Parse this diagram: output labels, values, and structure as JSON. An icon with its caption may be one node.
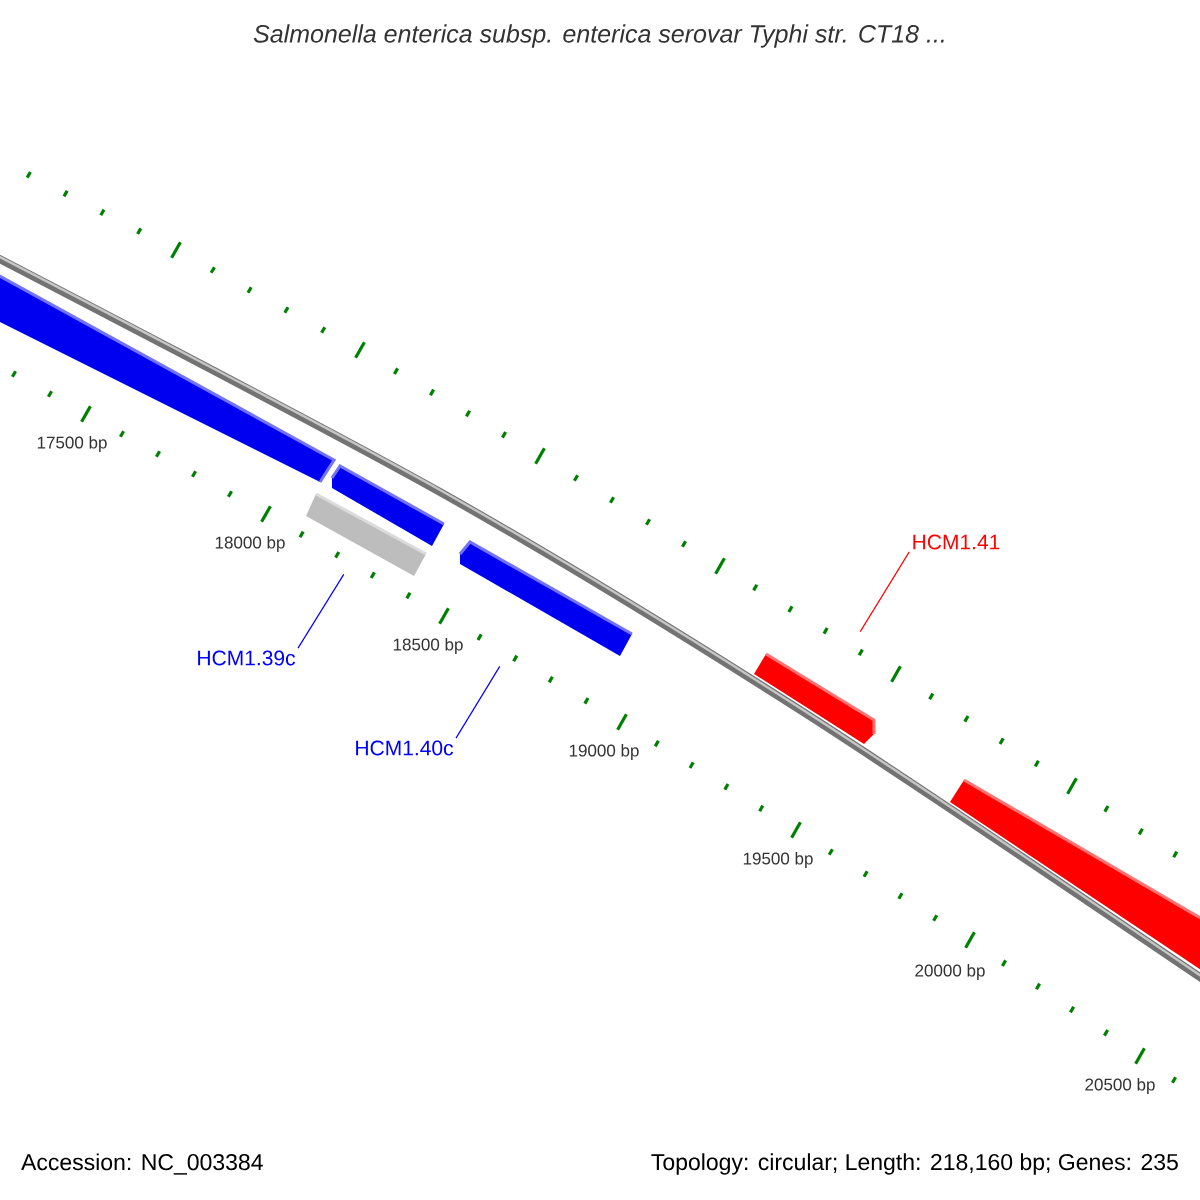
{
  "diagram": {
    "title": "Salmonella enterica subsp. enterica serovar Typhi str. CT18 ...",
    "nodes": [
      {
        "text": [],
        "shape": "arrow"
      },
      {
        "text": [],
        "shape": "arrow"
      },
      {
        "text": [],
        "shape": "bar"
      },
      {
        "text": [],
        "shape": "arrow"
      },
      {
        "text": [],
        "shape": "arrow"
      },
      {
        "text": [],
        "shape": "arrow"
      },
      {
        "text": [
          "HCM1.39c"
        ]
      },
      {
        "text": [
          "HCM1.40c"
        ]
      },
      {
        "text": [
          "HCM1.41"
        ]
      }
    ],
    "edges": [
      {
        "from": 6,
        "to": 2,
        "arrow": "none"
      },
      {
        "from": 7,
        "to": 3,
        "arrow": "none"
      },
      {
        "from": 8,
        "to": 4,
        "arrow": "none",
        "color": "#ff0000"
      }
    ],
    "labels": [
      "17500 bp",
      "18000 bp",
      "18500 bp",
      "19000 bp",
      "19500 bp",
      "20000 bp",
      "20500 bp",
      "Accession: NC_003384",
      "Topology: circular; Length: 218,160 bp; Genes: 235"
    ]
  }
}
